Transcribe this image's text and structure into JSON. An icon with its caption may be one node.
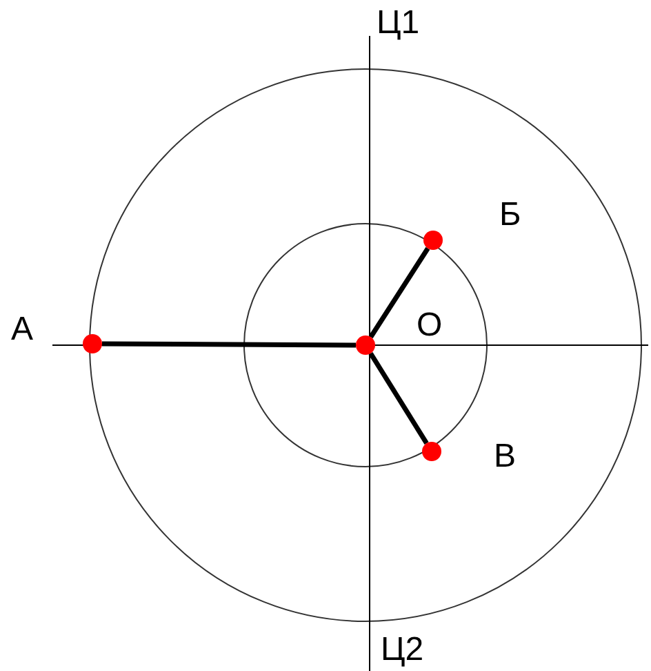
{
  "diagram": {
    "nodes": [
      {
        "text": [],
        "shape": "circle",
        "beside": [
          "Б"
        ]
      },
      {
        "text": [],
        "shape": "circle",
        "beside": [
          "А"
        ]
      },
      {
        "text": [],
        "shape": "circle",
        "beside": [
          "О"
        ]
      },
      {
        "text": [],
        "shape": "circle",
        "beside": [
          "В"
        ]
      }
    ],
    "edges": [
      {
        "from": 2,
        "to": 1,
        "arrow": "none"
      },
      {
        "from": 2,
        "to": 0,
        "arrow": "none"
      },
      {
        "from": 2,
        "to": 3,
        "arrow": "none"
      }
    ],
    "labels": [
      "Ц1",
      "Ц2"
    ]
  }
}
